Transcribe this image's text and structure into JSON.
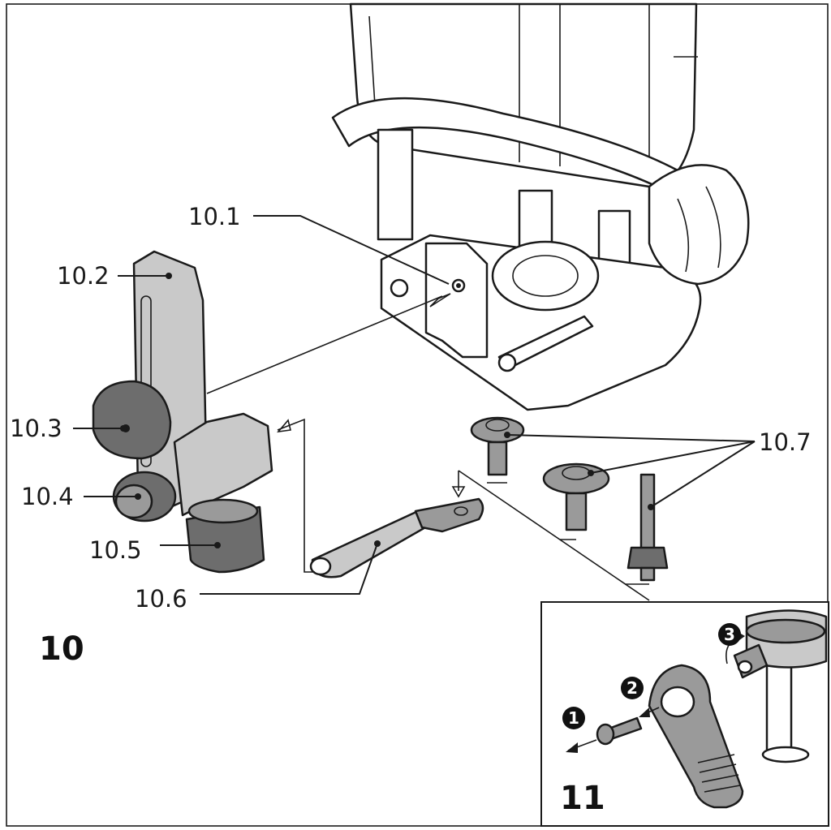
{
  "figure_main": {
    "number": "10",
    "callouts": [
      {
        "id": "10.1",
        "text": "10.1"
      },
      {
        "id": "10.2",
        "text": "10.2"
      },
      {
        "id": "10.3",
        "text": "10.3"
      },
      {
        "id": "10.4",
        "text": "10.4"
      },
      {
        "id": "10.5",
        "text": "10.5"
      },
      {
        "id": "10.6",
        "text": "10.6"
      },
      {
        "id": "10.7",
        "text": "10.7"
      }
    ]
  },
  "figure_inset": {
    "number": "11",
    "steps": [
      "1",
      "2",
      "3"
    ]
  },
  "colors": {
    "line": "#1a1a1a",
    "part_light": "#c9c9c9",
    "part_mid": "#9a9a9a",
    "part_dark": "#6d6d6d"
  }
}
